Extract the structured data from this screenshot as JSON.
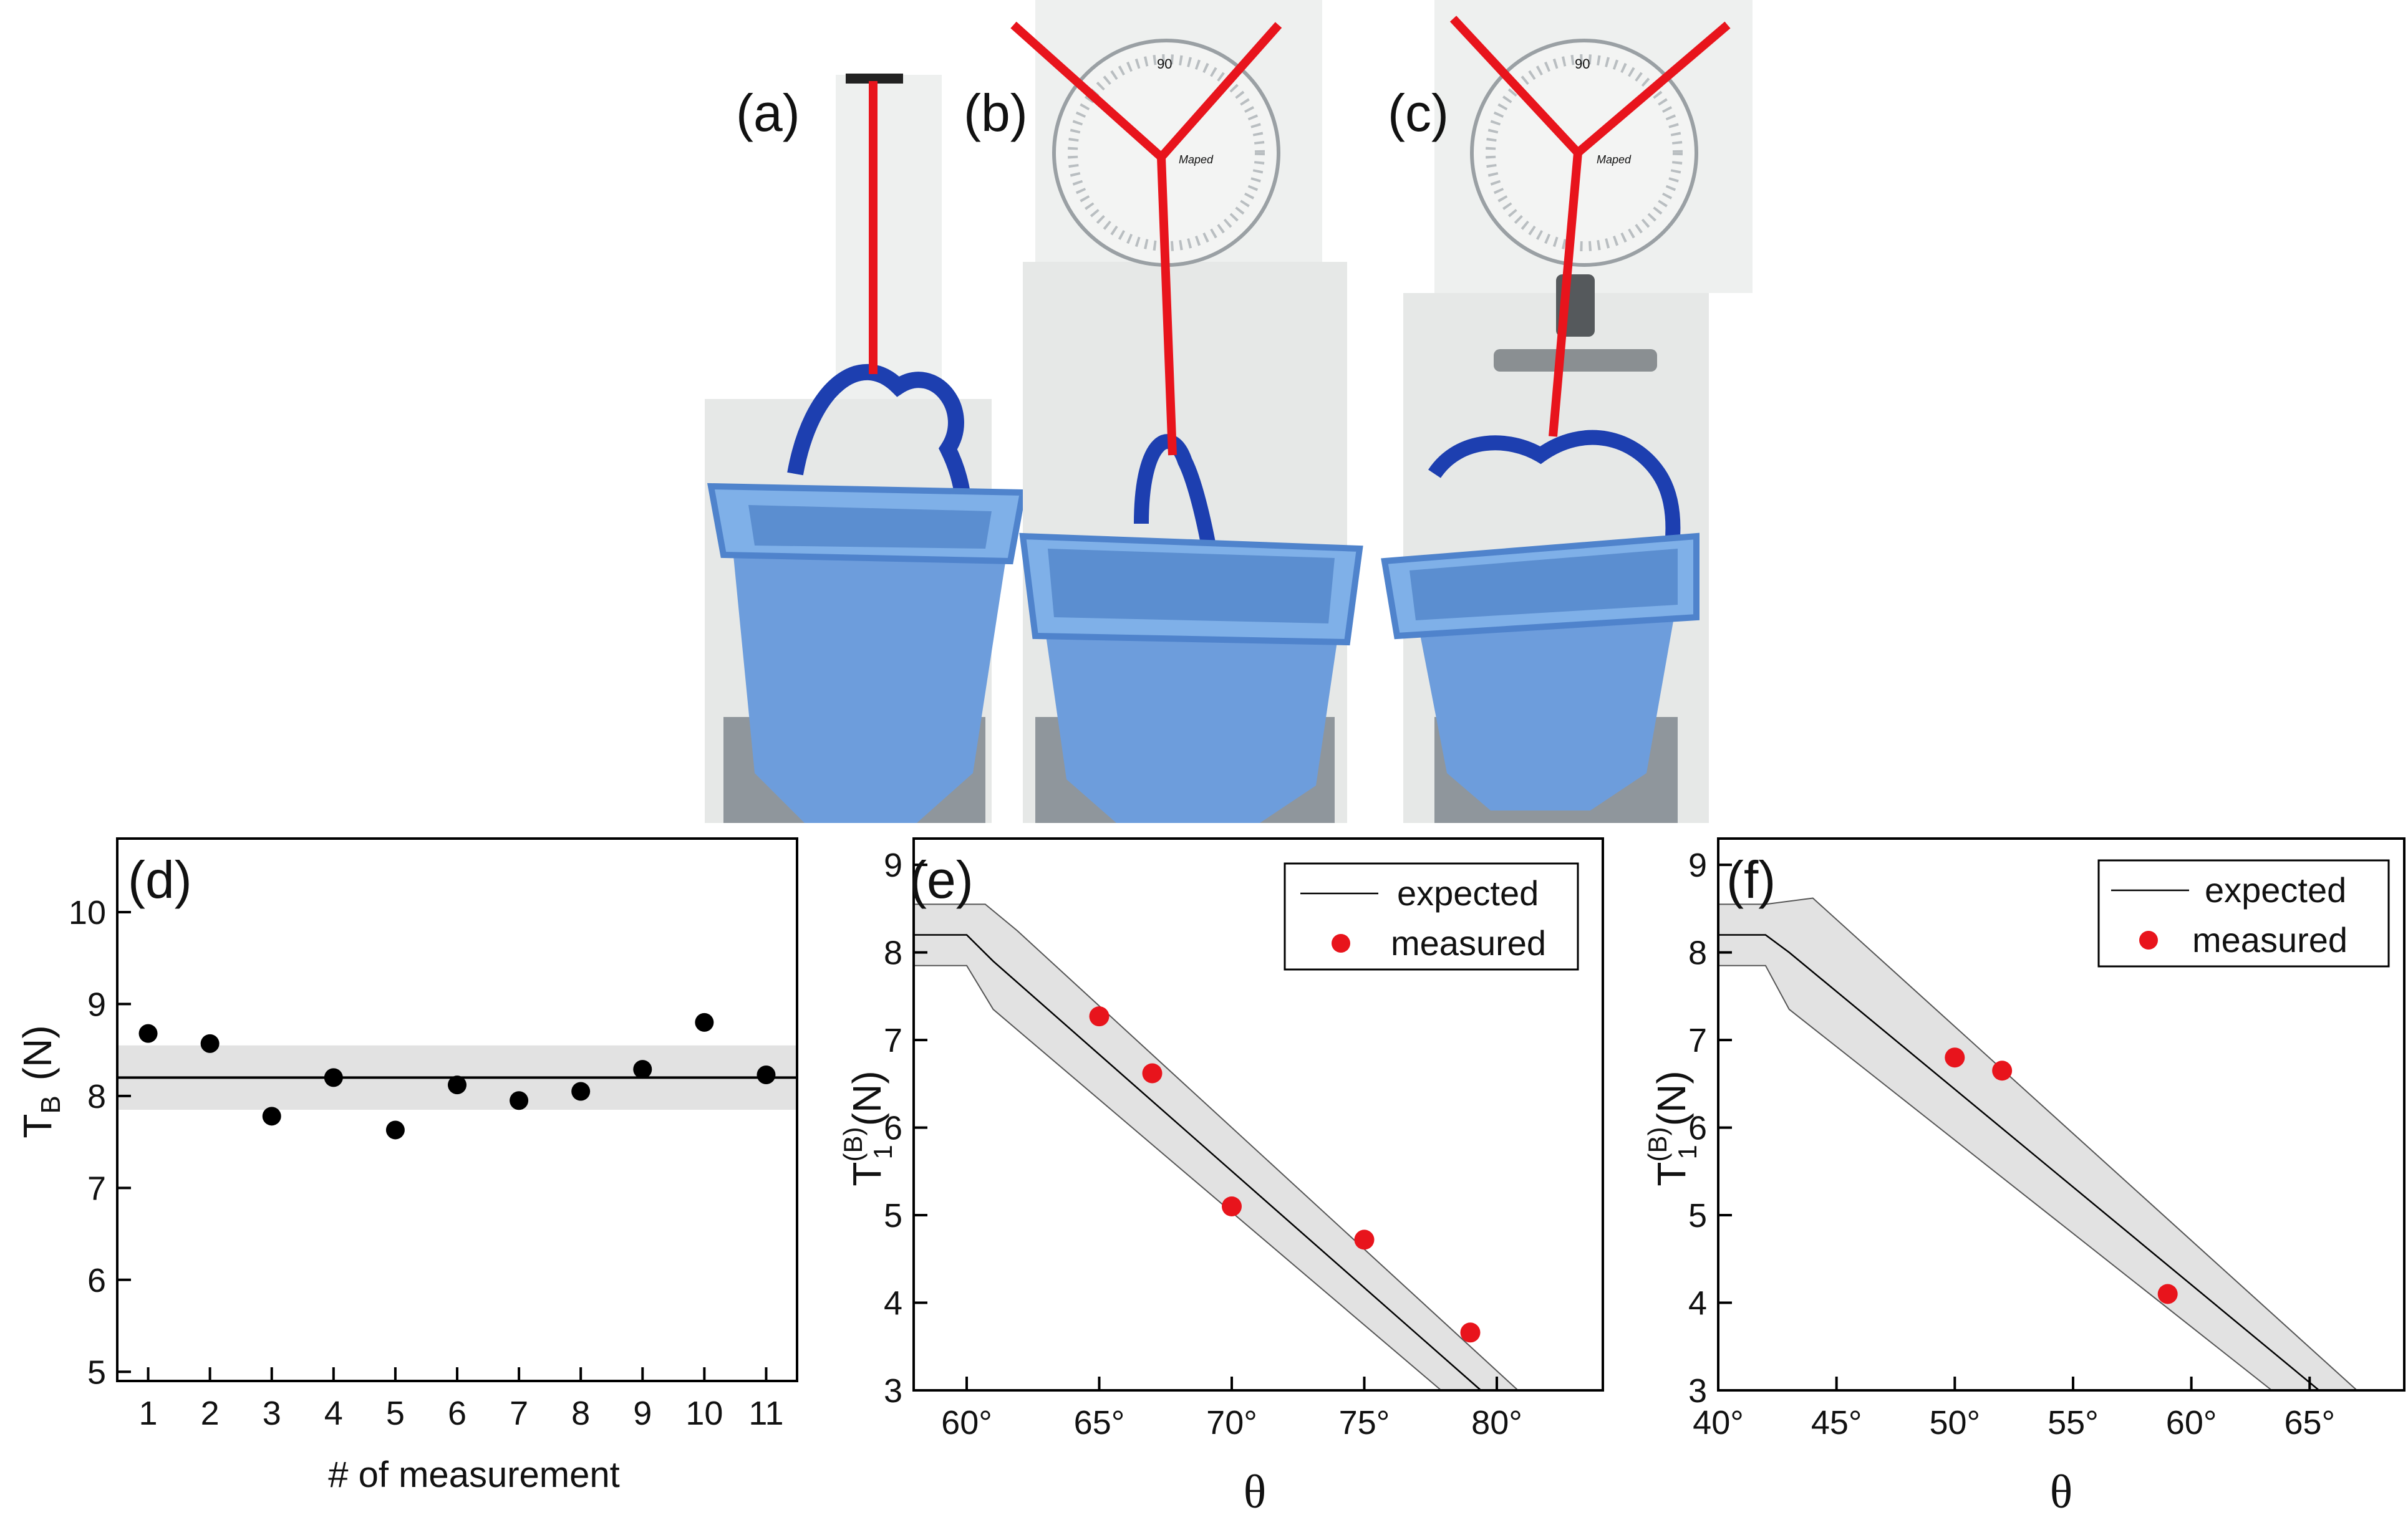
{
  "panel_labels": {
    "a": "(a)",
    "b": "(b)",
    "c": "(c)",
    "d": "(d)",
    "e": "(e)",
    "f": "(f)"
  },
  "photos": {
    "protractor_brand": "Maped",
    "protractor_mark": "90",
    "colors": {
      "string": "#e8141c",
      "bucket": "#6d9ddc",
      "bucket_dark": "#4f83cc",
      "handle": "#1d3fb0",
      "backdrop": "#eef0ef",
      "floor": "#8f969c"
    }
  },
  "chart_data": [
    {
      "id": "d",
      "type": "scatter",
      "title": "",
      "xlabel": "# of measurement",
      "ylabel_main": "T",
      "ylabel_sub": "B",
      "ylabel_unit": "(N)",
      "xlim": [
        0.5,
        11.5
      ],
      "ylim": [
        4.9,
        10.8
      ],
      "xticks": [
        1,
        2,
        3,
        4,
        5,
        6,
        7,
        8,
        9,
        10,
        11
      ],
      "xtick_labels": [
        "1",
        "2",
        "3",
        "4",
        "5",
        "6",
        "7",
        "8",
        "9",
        "10",
        "11"
      ],
      "yticks": [
        5,
        6,
        7,
        8,
        9,
        10
      ],
      "ytick_labels": [
        "5",
        "6",
        "7",
        "8",
        "9",
        "10"
      ],
      "mean": 8.2,
      "band": [
        7.85,
        8.55
      ],
      "series": [
        {
          "x": [
            1,
            2,
            3,
            4,
            5,
            6,
            7,
            8,
            9,
            10,
            11
          ],
          "y": [
            8.68,
            8.57,
            7.78,
            8.2,
            7.63,
            8.12,
            7.95,
            8.05,
            8.29,
            8.8,
            8.23
          ],
          "color": "#000000"
        }
      ]
    },
    {
      "id": "e",
      "type": "line",
      "title": "",
      "xlabel": "θ",
      "ylabel_main": "T",
      "ylabel_sub": "1",
      "ylabel_sup": "(B)",
      "ylabel_unit": "(N)",
      "xlim": [
        58,
        84
      ],
      "ylim": [
        3,
        9.3
      ],
      "xticks": [
        60,
        65,
        70,
        75,
        80
      ],
      "xtick_labels": [
        "60°",
        "65°",
        "70°",
        "75°",
        "80°"
      ],
      "yticks": [
        3,
        4,
        5,
        6,
        7,
        8,
        9
      ],
      "ytick_labels": [
        "3",
        "4",
        "5",
        "6",
        "7",
        "8",
        "9"
      ],
      "legend": {
        "position": "top-right",
        "expected": "expected",
        "measured": "measured"
      },
      "expected": {
        "x": [
          58,
          60,
          61,
          79.4
        ],
        "y": [
          8.2,
          8.2,
          7.9,
          3.0
        ],
        "color": "#000000"
      },
      "band_upper": {
        "x": [
          58,
          60.7,
          61.9,
          80.8
        ],
        "y": [
          8.55,
          8.55,
          8.25,
          3.0
        ]
      },
      "band_lower": {
        "x": [
          58,
          60,
          61,
          77.9
        ],
        "y": [
          7.85,
          7.85,
          7.35,
          3.0
        ]
      },
      "measured": {
        "x": [
          65,
          67,
          70,
          75,
          79
        ],
        "y": [
          7.27,
          6.62,
          5.1,
          4.72,
          3.66
        ],
        "color": "#e8141c"
      }
    },
    {
      "id": "f",
      "type": "line",
      "title": "",
      "xlabel": "θ",
      "ylabel_main": "T",
      "ylabel_sub": "1",
      "ylabel_sup": "(B)",
      "ylabel_unit": "(N)",
      "xlim": [
        40,
        69
      ],
      "ylim": [
        3,
        9.3
      ],
      "xticks": [
        40,
        45,
        50,
        55,
        60,
        65
      ],
      "xtick_labels": [
        "40°",
        "45°",
        "50°",
        "55°",
        "60°",
        "65°"
      ],
      "yticks": [
        3,
        4,
        5,
        6,
        7,
        8,
        9
      ],
      "ytick_labels": [
        "3",
        "4",
        "5",
        "6",
        "7",
        "8",
        "9"
      ],
      "legend": {
        "position": "top-right",
        "expected": "expected",
        "measured": "measured"
      },
      "expected": {
        "x": [
          40,
          42,
          43,
          65.4
        ],
        "y": [
          8.2,
          8.2,
          8.0,
          3.0
        ],
        "color": "#000000"
      },
      "band_upper": {
        "x": [
          40,
          42,
          44,
          67
        ],
        "y": [
          8.55,
          8.55,
          8.62,
          3.0
        ]
      },
      "band_lower": {
        "x": [
          40,
          42,
          43,
          63.4
        ],
        "y": [
          7.85,
          7.85,
          7.35,
          3.0
        ]
      },
      "measured": {
        "x": [
          50,
          52,
          59
        ],
        "y": [
          6.8,
          6.65,
          4.1
        ],
        "color": "#e8141c"
      }
    }
  ]
}
